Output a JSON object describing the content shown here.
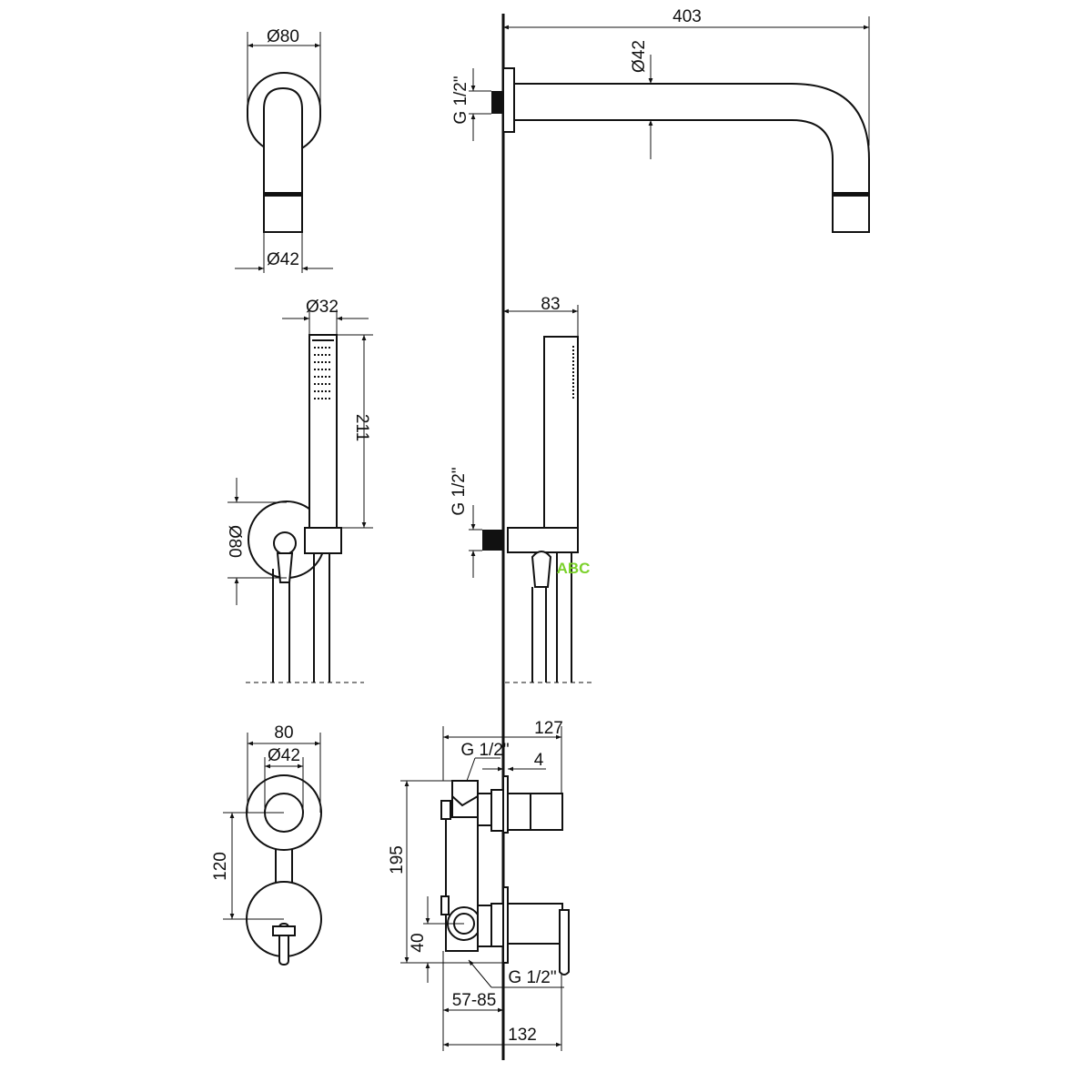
{
  "title": "Concealed bath/shower mixer set - technical drawing",
  "watermark": "ABC",
  "colors": {
    "line": "#111111",
    "watermark": "#7bd12b"
  },
  "spout": {
    "front_flange_dia": "Ø80",
    "front_pipe_dia": "Ø42",
    "length": "403",
    "pipe_dia": "Ø42",
    "thread": "G 1/2\""
  },
  "hand_shower": {
    "handle_dia": "Ø32",
    "handle_length": "211",
    "holder_dia": "Ø80",
    "projection": "83",
    "thread": "G 1/2\""
  },
  "mixer": {
    "plate_width": "80",
    "handle_dia": "Ø42",
    "spacing": "120",
    "depth": "127",
    "thread_top": "G 1/2\"",
    "plate_gap": "4",
    "height": "195",
    "outlet_offset": "40",
    "thread_bottom": "G 1/2\"",
    "install_depth": "57-85",
    "total_depth": "132"
  }
}
